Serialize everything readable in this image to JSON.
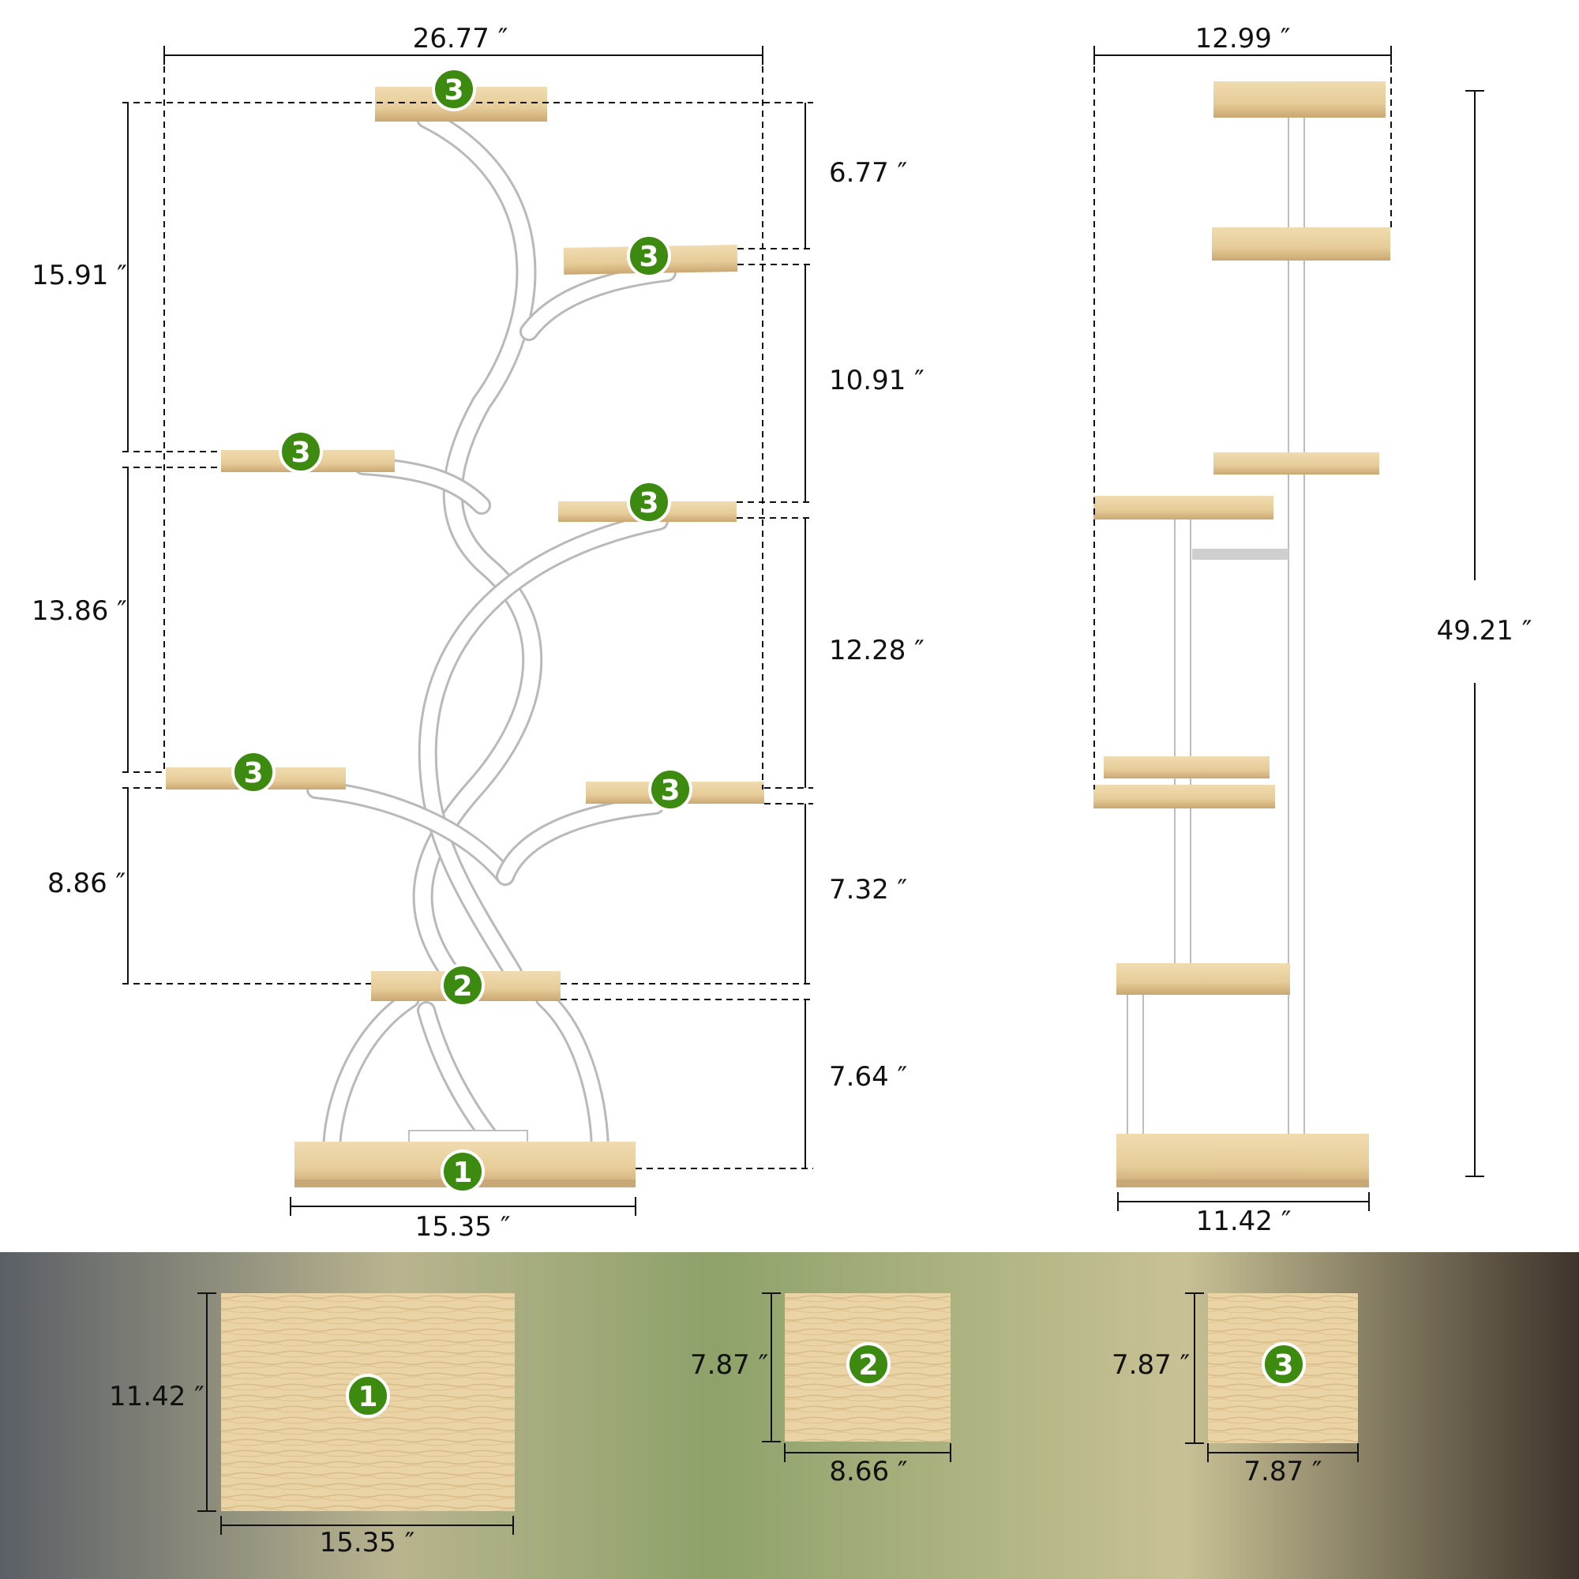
{
  "front": {
    "width_top": "26.77 ″",
    "left_dims": [
      "15.91 ″",
      "13.86 ″",
      "8.86 ″"
    ],
    "right_dims": [
      "6.77 ″",
      "10.91 ″",
      "12.28 ″",
      "7.32 ″",
      "7.64 ″"
    ],
    "base_width": "15.35 ″",
    "badges": [
      "3",
      "3",
      "3",
      "3",
      "3",
      "3",
      "2",
      "1"
    ]
  },
  "side": {
    "width_top": "12.99 ″",
    "height": "49.21 ″",
    "base_width": "11.42 ″"
  },
  "details": {
    "background_colors": [
      "#5a5f66",
      "#b9b48f",
      "#8ea26a",
      "#c8c195",
      "#3e342c"
    ],
    "panels": [
      {
        "badge": "1",
        "height": "11.42 ″",
        "width": "15.35 ″"
      },
      {
        "badge": "2",
        "height": "7.87 ″",
        "width": "8.66 ″"
      },
      {
        "badge": "3",
        "height": "7.87 ″",
        "width": "7.87 ″"
      }
    ]
  },
  "colors": {
    "badge": "#3d8a10",
    "wood": "#e8cf9d",
    "frame": "#ffffff"
  }
}
